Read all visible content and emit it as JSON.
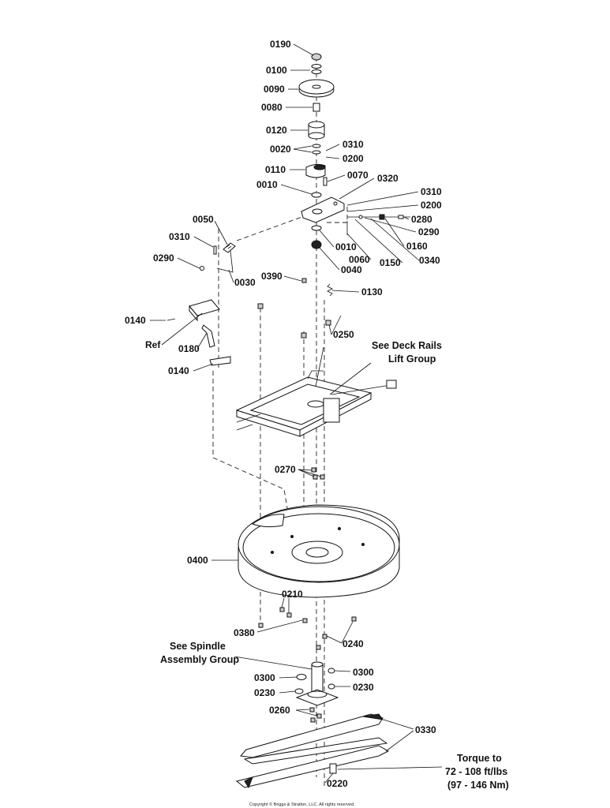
{
  "labels": {
    "p0190": "0190",
    "p0100": "0100",
    "p0090": "0090",
    "p0080": "0080",
    "p0120": "0120",
    "p0020": "0020",
    "p0310a": "0310",
    "p0200a": "0200",
    "p0110": "0110",
    "p0070": "0070",
    "p0320": "0320",
    "p0010a": "0010",
    "p0310b": "0310",
    "p0200b": "0200",
    "p0280": "0280",
    "p0290a": "0290",
    "p0160": "0160",
    "p0340": "0340",
    "p0150": "0150",
    "p0060": "0060",
    "p0010b": "0010",
    "p0040": "0040",
    "p0050": "0050",
    "p0310c": "0310",
    "p0290b": "0290",
    "p0030": "0030",
    "p0390": "0390",
    "p0130": "0130",
    "p0140a": "0140",
    "p0250": "0250",
    "ref": "Ref",
    "p0180": "0180",
    "p0140b": "0140",
    "p0270": "0270",
    "p0400": "0400",
    "p0210": "0210",
    "p0380": "0380",
    "p0240": "0240",
    "p0300a": "0300",
    "p0300b": "0300",
    "p0230a": "0230",
    "p0230b": "0230",
    "p0260": "0260",
    "p0330": "0330",
    "p0220": "0220"
  },
  "notes": {
    "deck_rails_1": "See Deck Rails",
    "deck_rails_2": "Lift Group",
    "spindle_1": "See Spindle",
    "spindle_2": "Assembly Group",
    "torque_1": "Torque to",
    "torque_2": "72 - 108 ft/lbs",
    "torque_3": "(97 - 146 Nm)"
  },
  "copyright": "Copyright © Briggs & Stratton, LLC. All rights reserved."
}
